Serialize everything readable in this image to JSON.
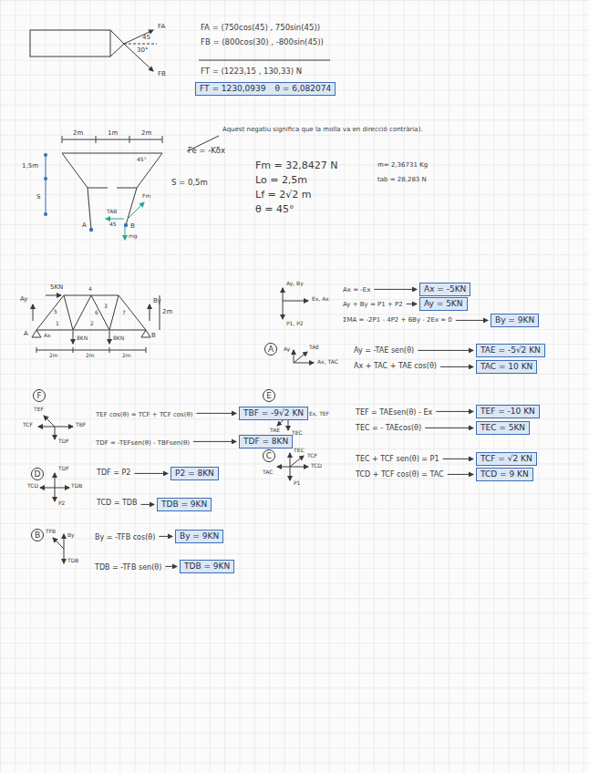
{
  "diagram": {
    "nodes": [
      {
        "text": [
          "FT = 1230,0939",
          "θ = 6,082074"
        ]
      },
      {
        "text": [
          "Ax = -5KN"
        ]
      },
      {
        "text": [
          "Ay = 5KN"
        ]
      },
      {
        "text": [
          "By = 9KN"
        ]
      },
      {
        "text": [
          "A"
        ]
      },
      {
        "text": [
          "TAE = -5√2 KN"
        ]
      },
      {
        "text": [
          "TAC = 10 KN"
        ]
      },
      {
        "text": [
          "F"
        ]
      },
      {
        "text": [
          "E"
        ]
      },
      {
        "text": [
          "TBF = -9√2 KN"
        ]
      },
      {
        "text": [
          "TEF = -10 KN"
        ]
      },
      {
        "text": [
          "TDF = 8KN"
        ]
      },
      {
        "text": [
          "TEC = 5KN"
        ]
      },
      {
        "text": [
          "C"
        ]
      },
      {
        "text": [
          "D"
        ]
      },
      {
        "text": [
          "P2 = 8KN"
        ]
      },
      {
        "text": [
          "TCF = √2 KN"
        ]
      },
      {
        "text": [
          "TCD = 9 KN"
        ]
      },
      {
        "text": [
          "TDB = 9KN"
        ]
      },
      {
        "text": [
          "B"
        ]
      },
      {
        "text": [
          "By = 9KN"
        ]
      },
      {
        "text": [
          "TDB = 9KN"
        ]
      }
    ],
    "labels": [
      "FA",
      "45",
      "30°",
      "FB",
      "FA = (750cos(45) , 750sin(45))",
      "FB = (800cos(30) , -800sin(45))",
      "FT = (1223,15 , 130,33) N",
      "2m",
      "1m",
      "2m",
      "Aquest negatiu significa que la molla va en direcció contrària).",
      "Fe = -Kδx",
      "1,5m",
      "S",
      "S = 0,5m",
      "Fm = 32,8427 N",
      "Lo = 2,5m",
      "Lf = 2√2 m",
      "θ = 45°",
      "m= 2,36731 Kg",
      "tab = 28,283 N",
      "45°",
      "A",
      "B",
      "TAB",
      "Fm",
      "45",
      "mg",
      "5KN",
      "4",
      "Ay",
      "5",
      "6",
      "3",
      "7",
      "By",
      "2m",
      "A",
      "Ax",
      "1",
      "2",
      "B",
      "8KN",
      "8KN",
      "2m",
      "2m",
      "2m",
      "Ay, By",
      "Ex, Ax",
      "P1, P2",
      "Ax = -Ex",
      "Ay + By = P1 + P2",
      "ΣMA = -2P1 - 4P2 + 6By - 2Ex = 0",
      "Ay",
      "TAE",
      "Ax, TAC",
      "Ay = -TAE sen(θ)",
      "Ax + TAC + TAE cos(θ)",
      "TEF",
      "TBF",
      "TCF",
      "TDF",
      "TEF cos(θ) = TCF + TCF cos(θ)",
      "TDF = -TEFsen(θ) - TBFsen(θ)",
      "Ex, TEF",
      "TAE",
      "TEC",
      "TEF = TAEsen(θ) - Ex",
      "TEC = - TAEcos(θ)",
      "TDF",
      "TCD",
      "TDB",
      "P2",
      "TDF = P2",
      "TCD = TDB",
      "TEC",
      "TCF",
      "TCD",
      "TAC",
      "P1",
      "TEC + TCF sen(θ) = P1",
      "TCD + TCF cos(θ) = TAC",
      "TFB",
      "By",
      "TDB",
      "By = -TFB cos(θ)",
      "TDB = -TFB sen(θ)"
    ]
  }
}
